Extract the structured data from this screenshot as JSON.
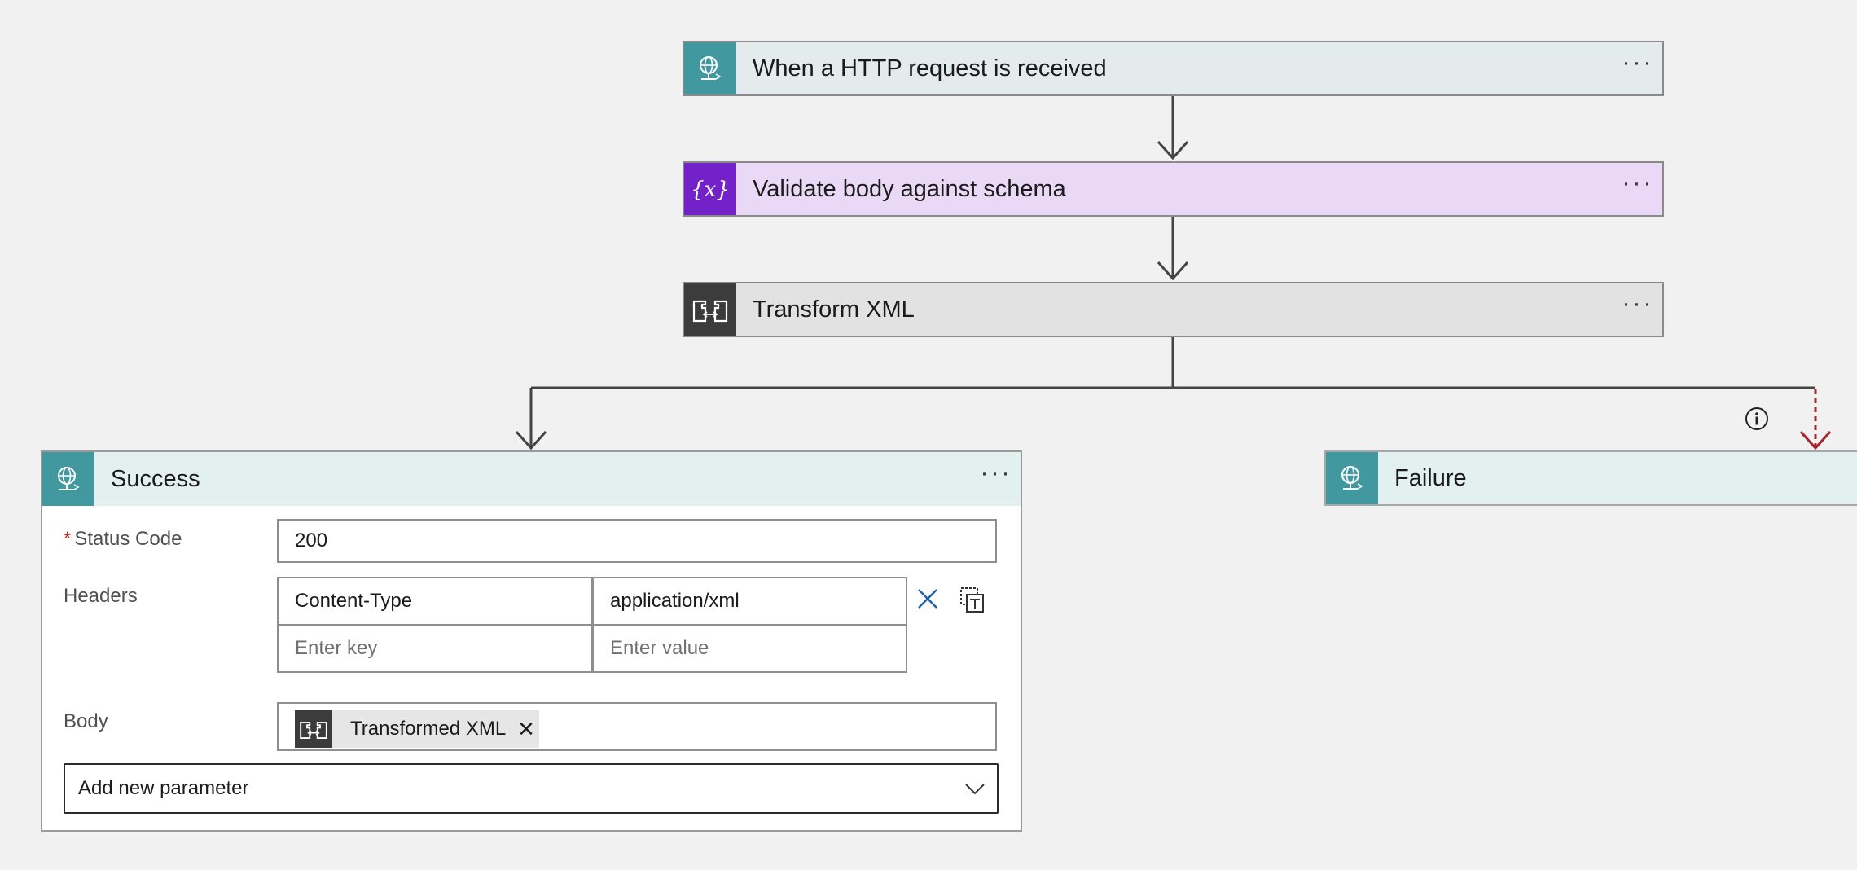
{
  "steps": {
    "http": {
      "title": "When a HTTP request is received",
      "icon": "http-globe-icon",
      "more": "···"
    },
    "validate": {
      "title": "Validate body against schema",
      "icon": "variable-braces-icon",
      "more": "···"
    },
    "transform": {
      "title": "Transform XML",
      "icon": "transform-xml-icon",
      "more": "···"
    }
  },
  "success": {
    "title": "Success",
    "more": "···",
    "status_code": {
      "required_mark": "*",
      "label": "Status Code",
      "value": "200"
    },
    "headers": {
      "label": "Headers",
      "rows": [
        {
          "key": "Content-Type",
          "value": "application/xml"
        }
      ],
      "key_placeholder": "Enter key",
      "value_placeholder": "Enter value"
    },
    "body": {
      "label": "Body",
      "token_label": "Transformed XML",
      "token_close": "✕"
    },
    "add_parameter": "Add new parameter"
  },
  "failure": {
    "title": "Failure"
  },
  "colors": {
    "background": "#f1f1f1",
    "http_accent": "#41999f",
    "validate_accent": "#7321c9",
    "transform_accent": "#3c3c3c",
    "failure_arrow": "#a4262c",
    "delete_icon": "#1f5ea8"
  }
}
